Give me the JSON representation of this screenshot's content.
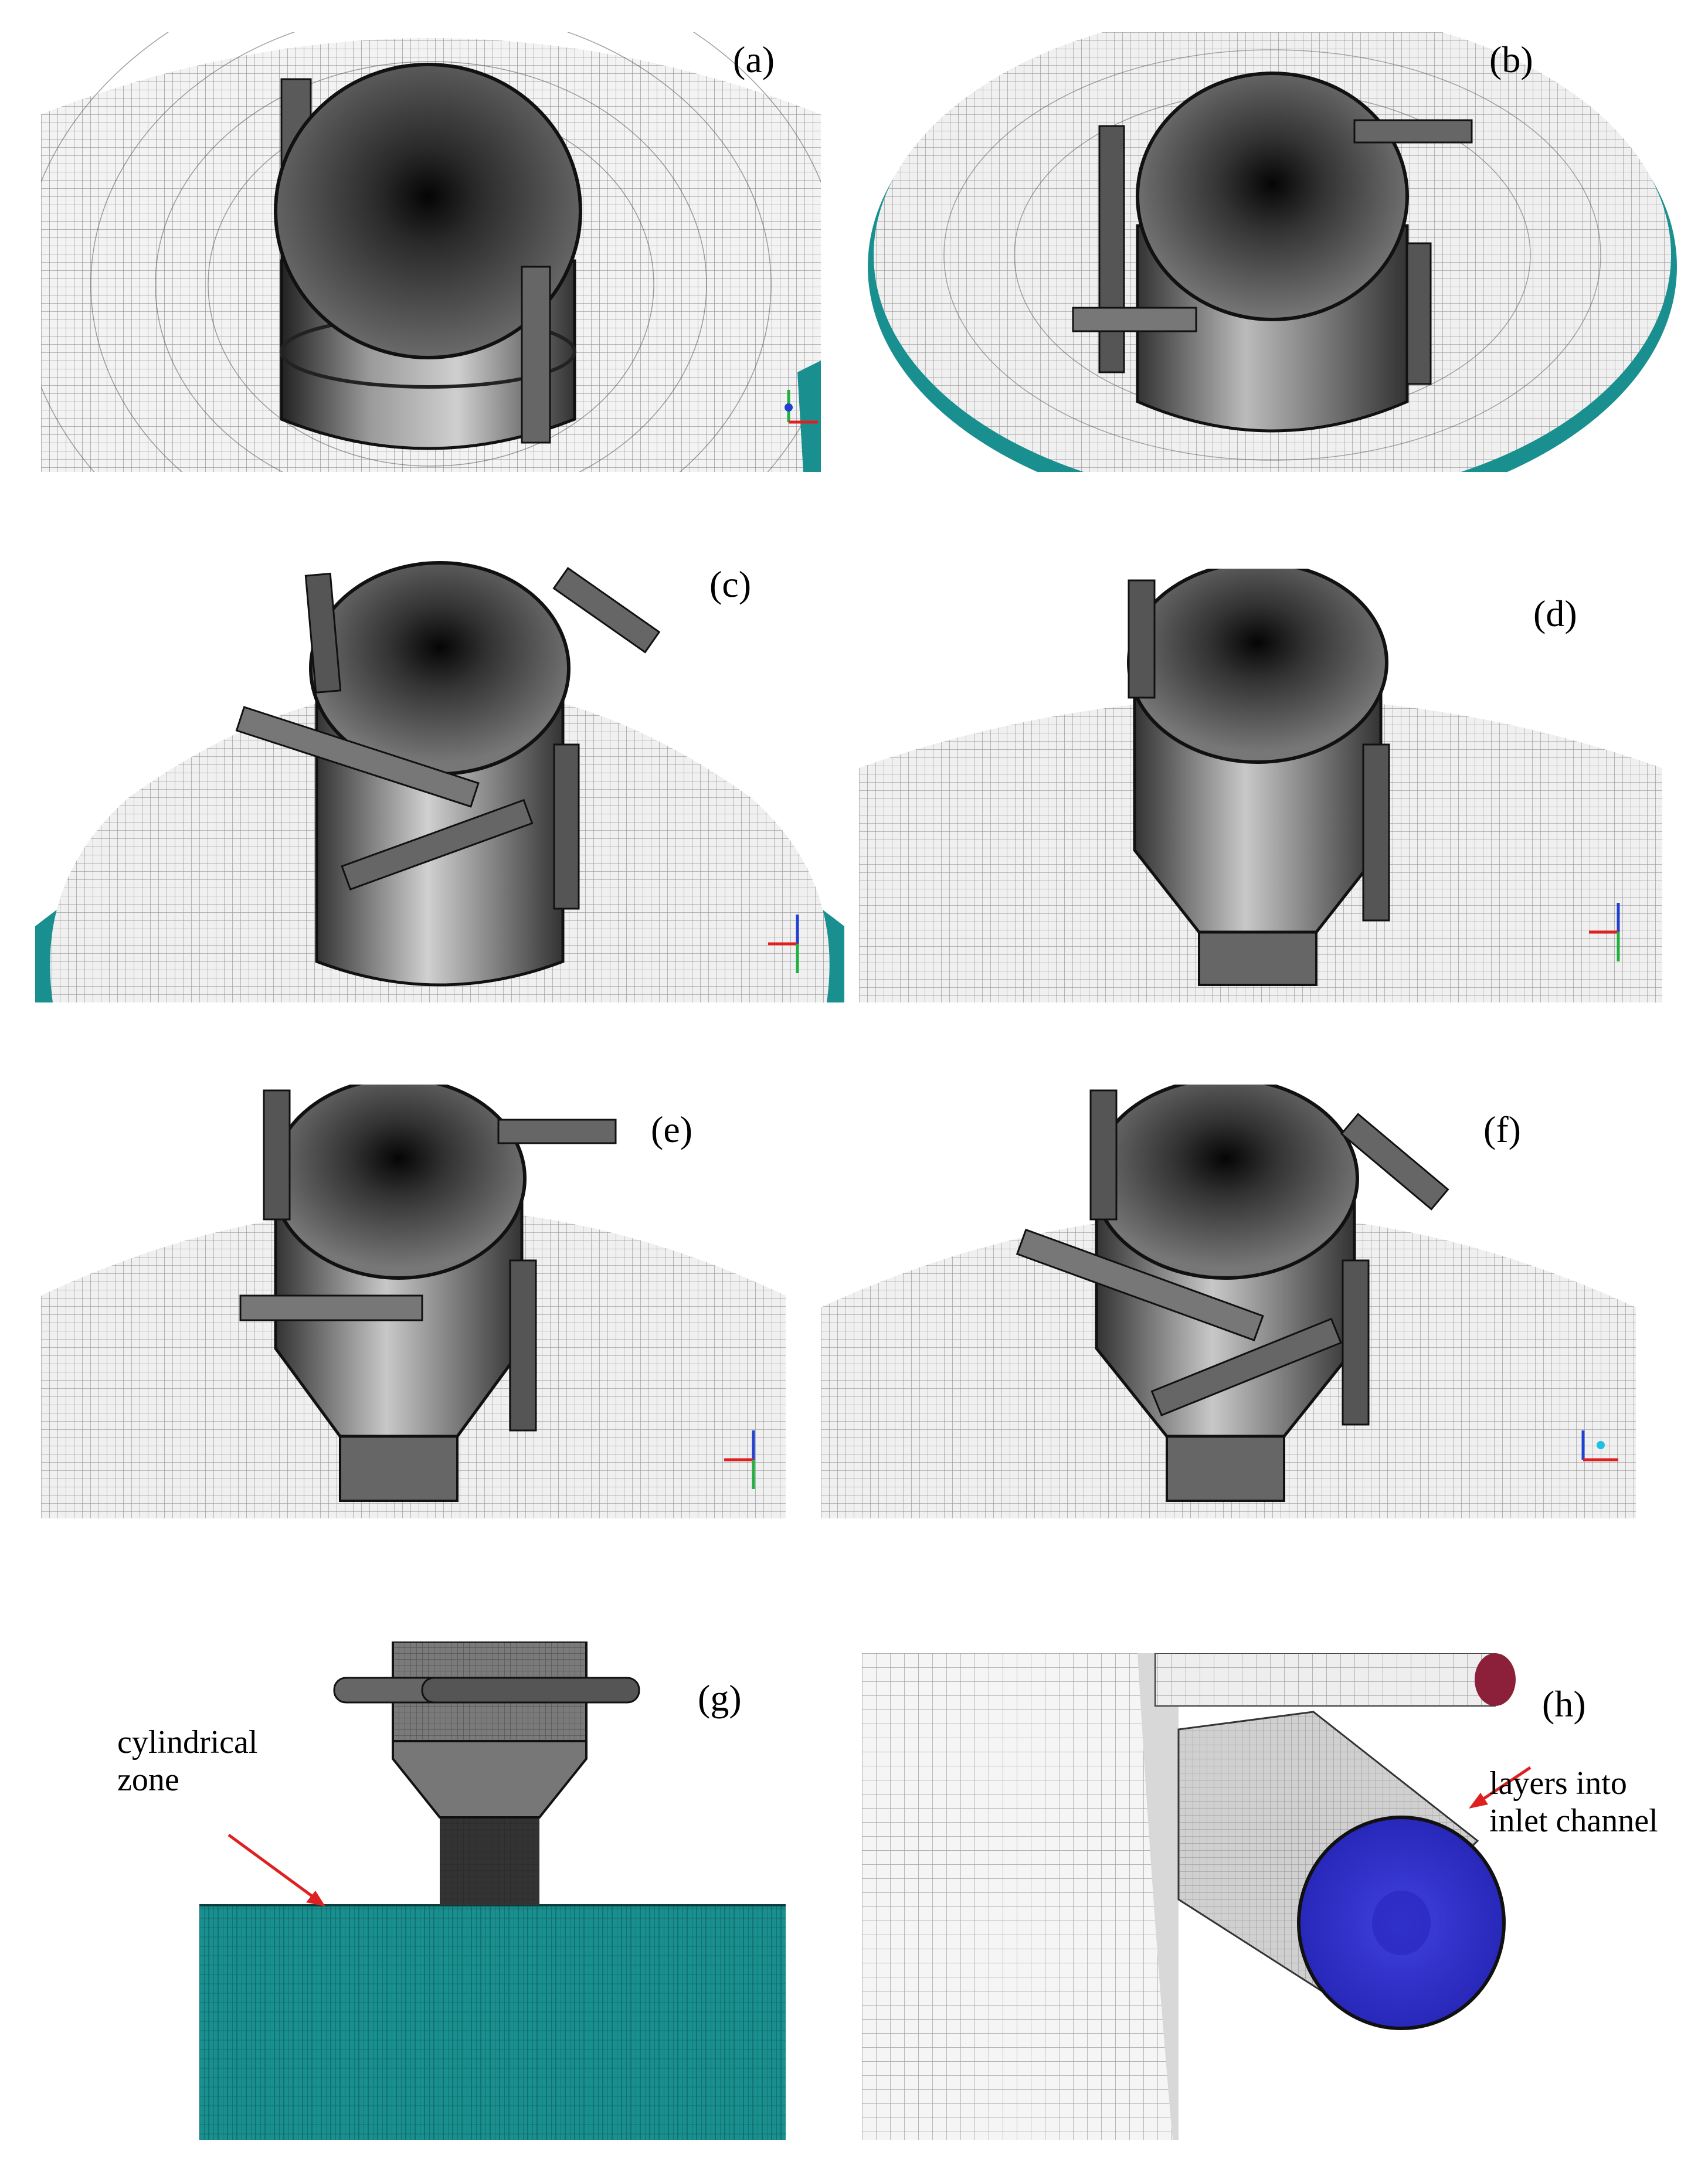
{
  "figure": {
    "panels": [
      {
        "id": "a",
        "label": "(a)"
      },
      {
        "id": "b",
        "label": "(b)"
      },
      {
        "id": "c",
        "label": "(c)"
      },
      {
        "id": "d",
        "label": "(d)"
      },
      {
        "id": "e",
        "label": "(e)"
      },
      {
        "id": "f",
        "label": "(f)"
      },
      {
        "id": "g",
        "label": "(g)"
      },
      {
        "id": "h",
        "label": "(h)"
      }
    ],
    "annotations": {
      "g": {
        "line1": "cylindrical",
        "line2": "zone"
      },
      "h": {
        "line1": "layers into",
        "line2": "inlet channel"
      }
    }
  },
  "colors": {
    "mesh_line": "#2b2b2b",
    "mesh_dark": "#111111",
    "mesh_light": "#bdbdbd",
    "teal_zone": "#1a8f8f",
    "inlet_blue": "#3a3ad6",
    "inlet_red": "#8c1f3a",
    "arrow_red": "#e02020",
    "axis_red": "#e02020",
    "axis_green": "#20b040",
    "axis_blue": "#2040d0"
  }
}
